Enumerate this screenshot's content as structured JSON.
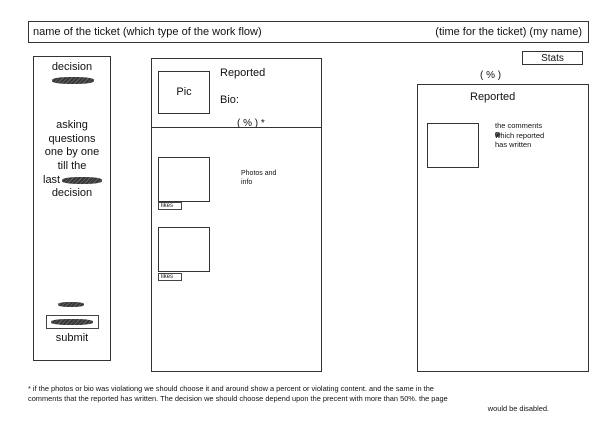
{
  "header": {
    "left": "name of the ticket (which type of the work flow)",
    "right": "(time for the ticket) (my name)"
  },
  "stats_button": "Stats",
  "sidebar": {
    "decision": "decision",
    "instructions_lines": [
      "asking",
      "questions",
      "one by one",
      "till the"
    ],
    "last_label": "last",
    "decision_label": "decision",
    "submit": "submit"
  },
  "middle_panel": {
    "pic": "Pic",
    "reported": "Reported",
    "bio": "Bio:",
    "percent": "( % ) *",
    "photos_info_lines": [
      "Photos and",
      "info"
    ],
    "likes_labels": [
      "likes",
      "likes"
    ]
  },
  "right_panel": {
    "percent": "( % )",
    "reported": "Reported",
    "comments_lines": [
      "the comments",
      "which reported",
      "has written"
    ]
  },
  "footnote_lines": [
    "* if the photos or bio was violationg we should choose it and around show a percent or violating content. and the same in the",
    "comments that the reported has written. The decision we should choose depend upon the precent with more than 50%. the page",
    "would be disabled."
  ]
}
